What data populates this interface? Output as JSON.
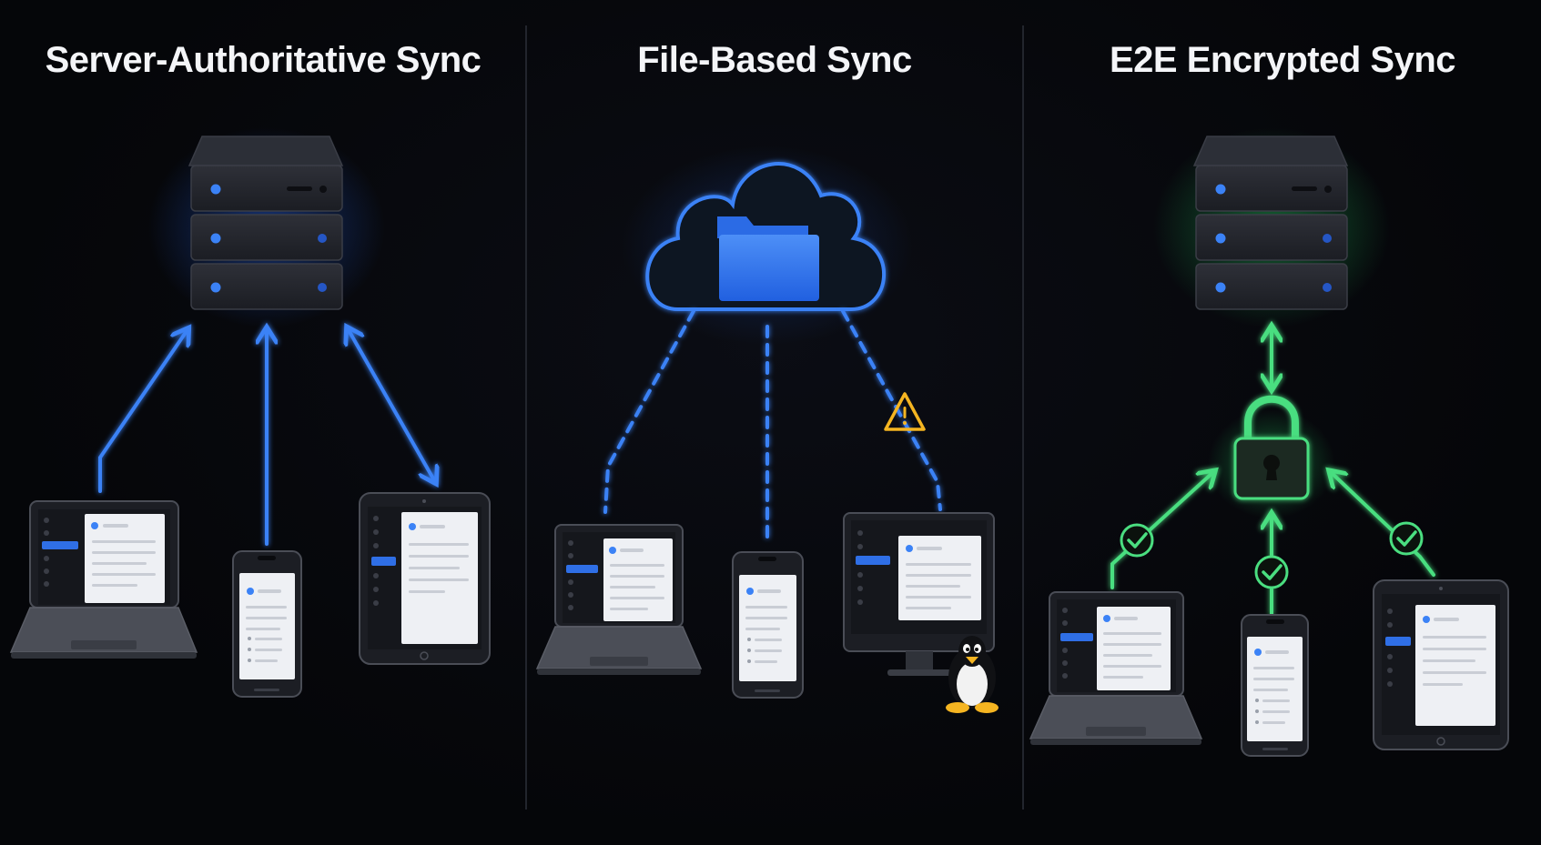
{
  "panels": [
    {
      "title": "Server-Authoritative Sync"
    },
    {
      "title": "File-Based Sync"
    },
    {
      "title": "E2E Encrypted Sync"
    }
  ],
  "colors": {
    "background": "#06070b",
    "divider": "#22252d",
    "blue_accent": "#3b82f6",
    "green_accent": "#4ade80",
    "warning": "#f5b521",
    "device_body": "#1c1e24",
    "screen_card": "#eef0f4"
  },
  "icons": [
    "server-icon",
    "cloud-folder-icon",
    "warning-icon",
    "lock-icon",
    "check-icon",
    "linux-penguin-icon",
    "laptop-icon",
    "phone-icon",
    "tablet-icon",
    "desktop-monitor-icon"
  ]
}
